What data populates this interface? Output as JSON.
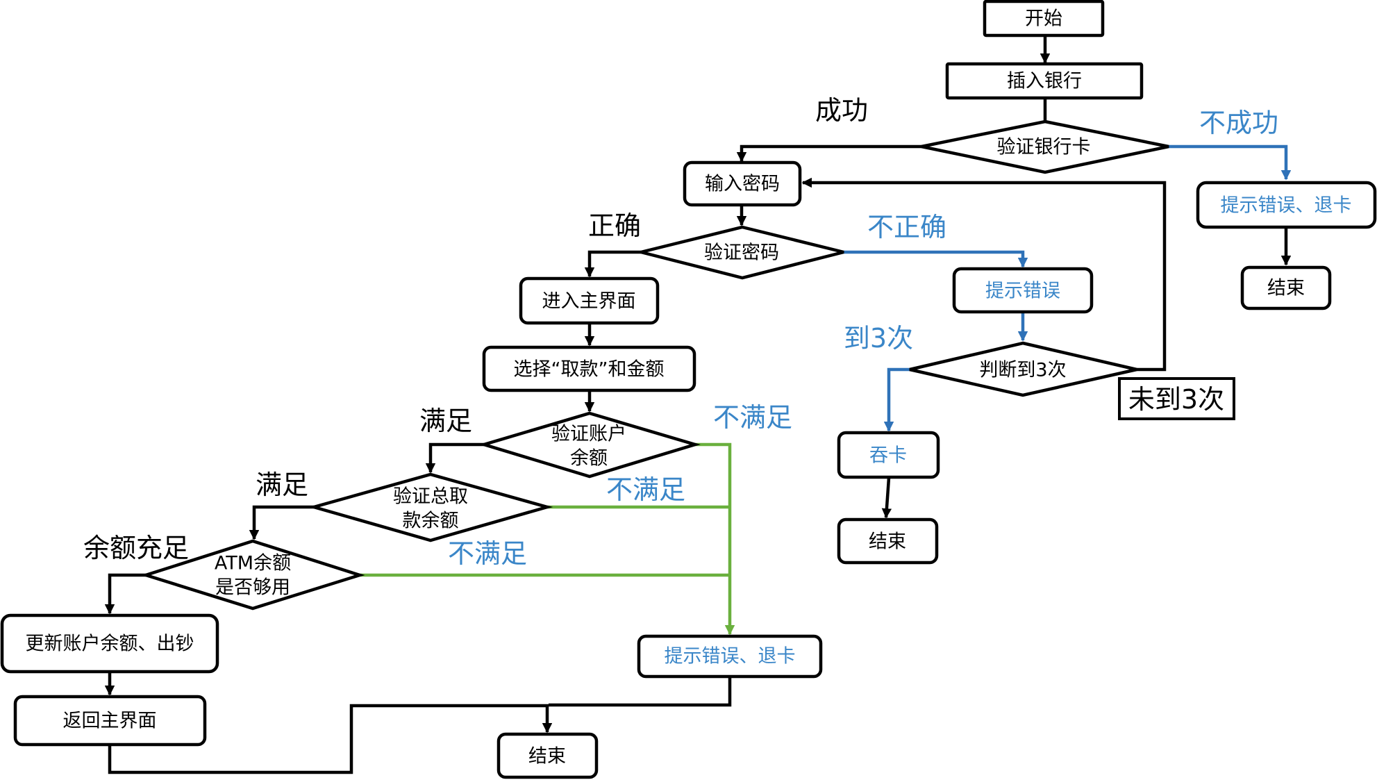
{
  "nodes": {
    "start": "开始",
    "insert_card": "插入银行",
    "verify_card": "验证银行卡",
    "card_error": "提示错误、退卡",
    "end_card_error": "结束",
    "enter_pin": "输入密码",
    "verify_pin": "验证密码",
    "pin_error": "提示错误",
    "check_3_times": "判断到3次",
    "swallow_card": "吞卡",
    "end_swallow": "结束",
    "main_screen": "进入主界面",
    "select_withdraw": "选择“取款”和金额",
    "verify_balance": [
      "验证账户",
      "余额"
    ],
    "verify_total": [
      "验证总取",
      "款余额"
    ],
    "atm_cash": [
      "ATM余额",
      "是否够用"
    ],
    "withdraw_error": "提示错误、退卡",
    "update_account": "更新账户余额、出钞",
    "return_main": "返回主界面",
    "end_final": "结束"
  },
  "labels": {
    "success": "成功",
    "fail": "不成功",
    "correct": "正确",
    "incorrect": "不正确",
    "reached_3": "到3次",
    "not_reached_3": "未到3次",
    "ok_balance": "满足",
    "not_ok_balance": "不满足",
    "ok_total": "满足",
    "not_ok_total": "不满足",
    "ok_atm": "余额充足",
    "not_ok_atm": "不满足"
  },
  "colors": {
    "edge": "#000000",
    "fail_edge": "#2f72b8",
    "fail_text": "#3a86c8",
    "insufficient_edge": "#6ab03e"
  }
}
